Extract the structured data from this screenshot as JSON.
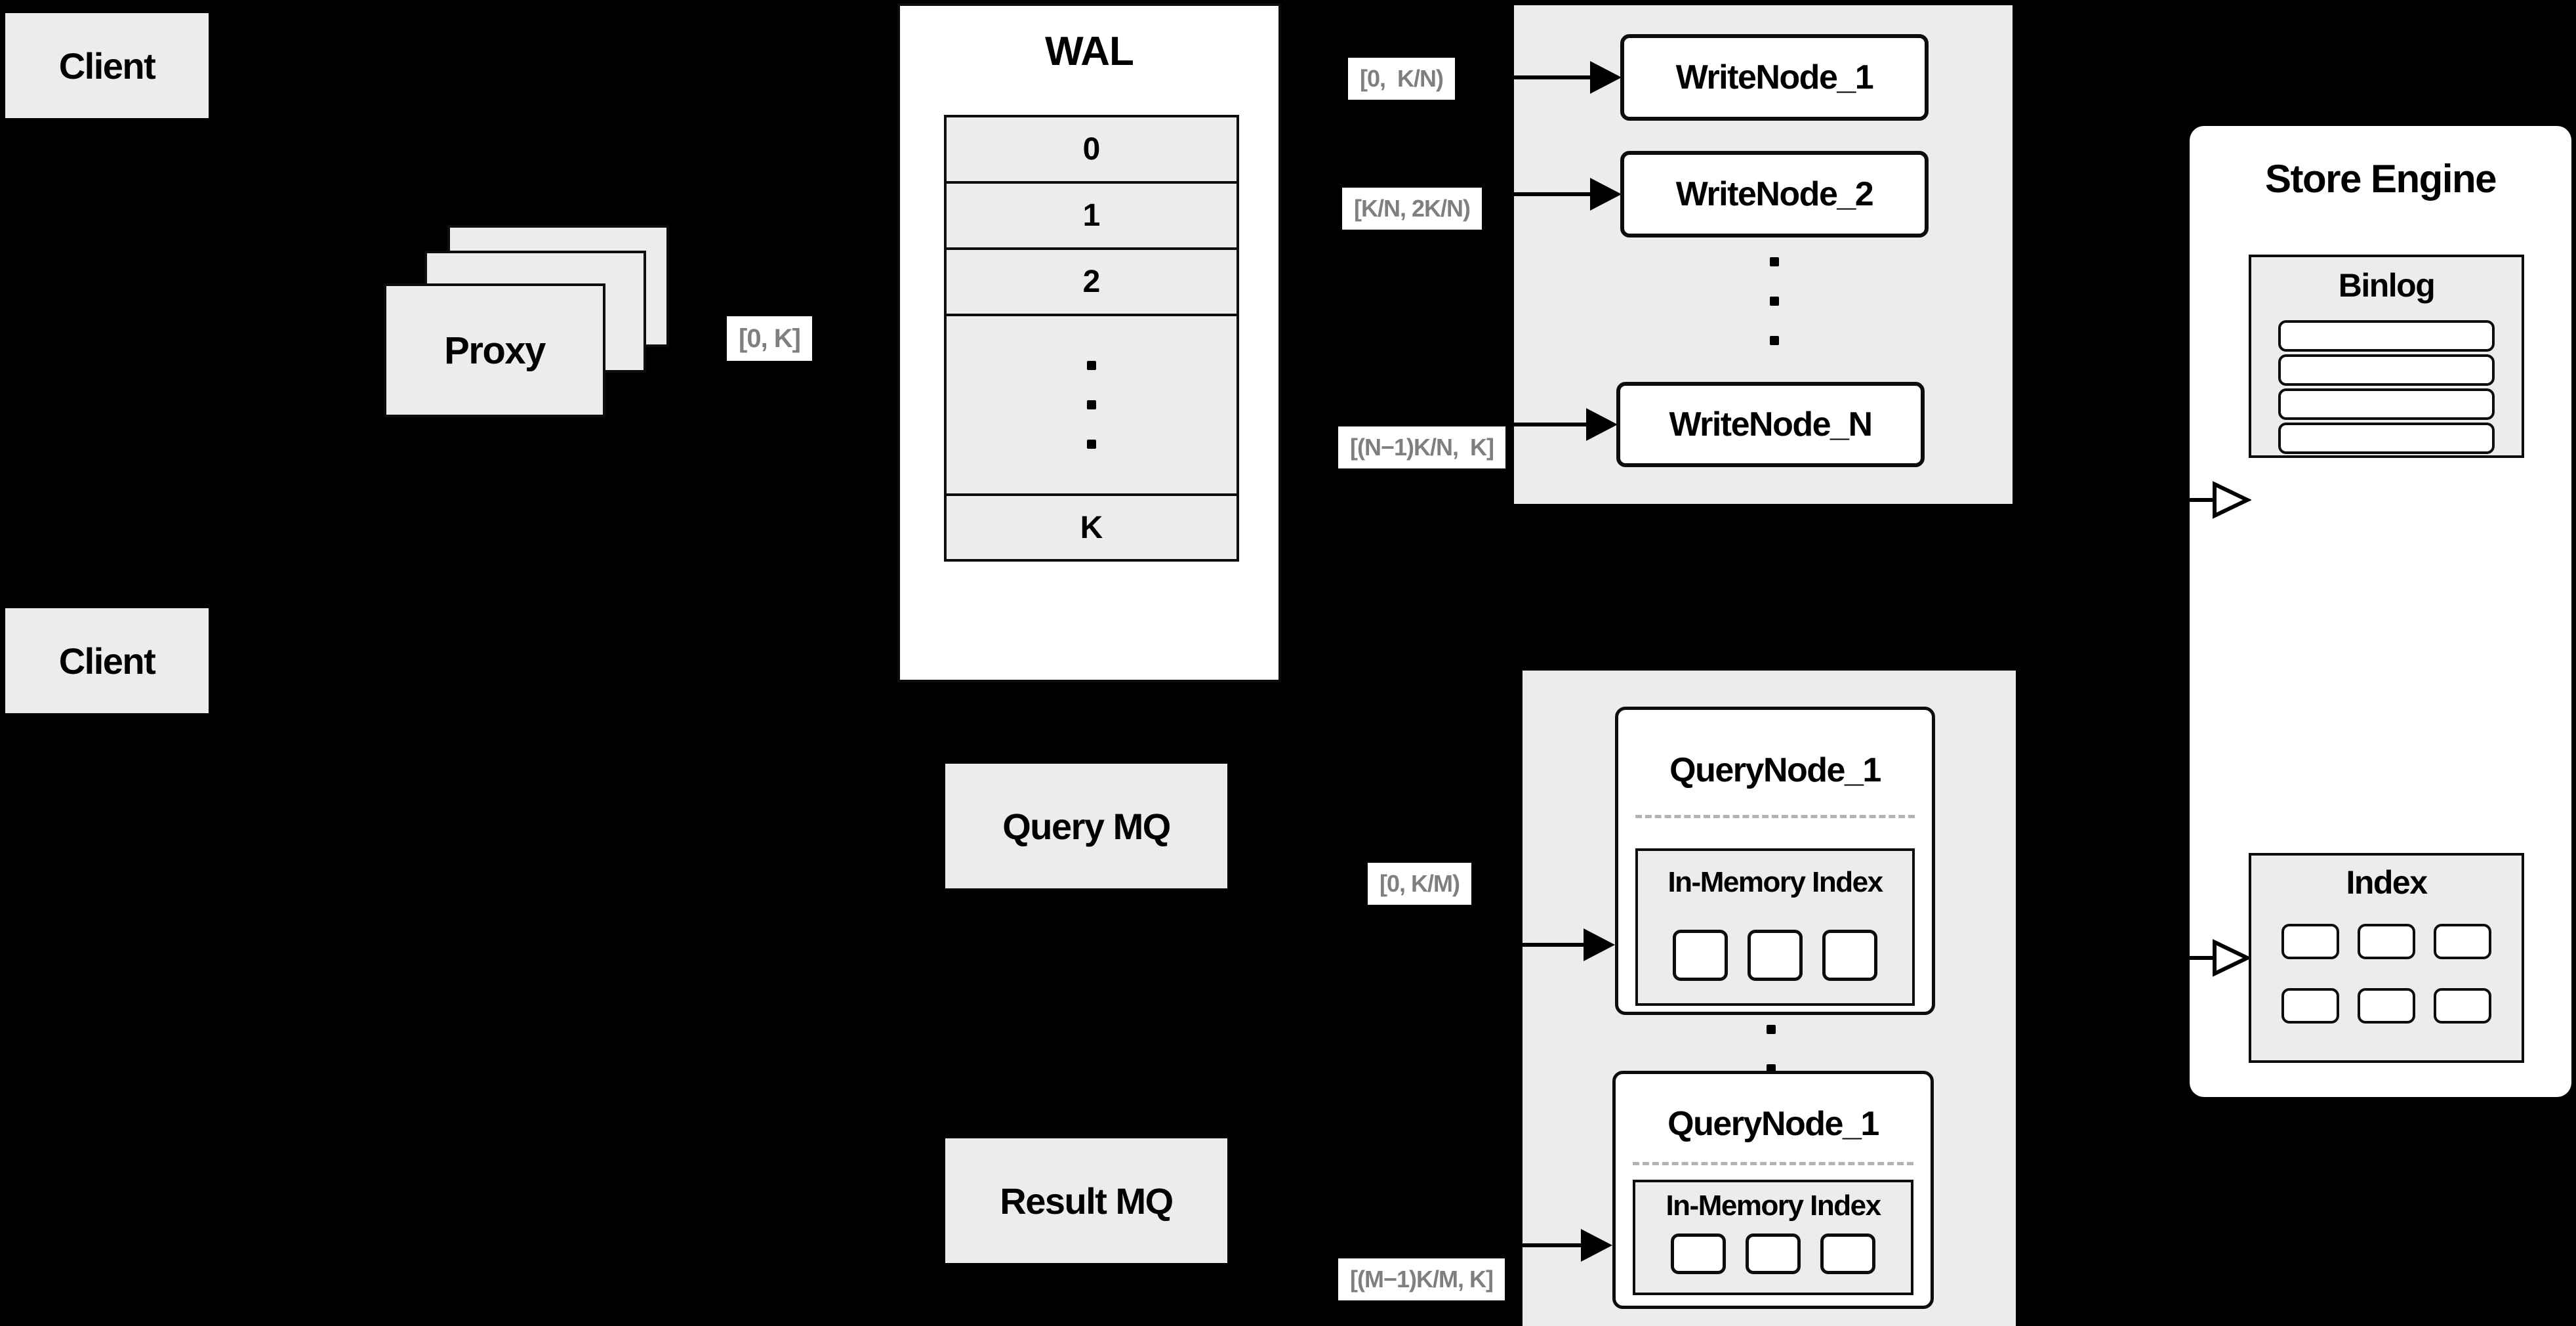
{
  "colors": {
    "background": "#000000",
    "block_gray": "#ececec",
    "box_white": "#ffffff",
    "border_black": "#0d0d0d",
    "label_text_gray": "#7f7f7f",
    "dashed_divider": "#b3b3b3"
  },
  "clients": {
    "top_label": "Client",
    "bottom_label": "Client"
  },
  "proxy": {
    "label": "Proxy",
    "range_label": "[0, K]"
  },
  "wal": {
    "title": "WAL",
    "rows": [
      "0",
      "1",
      "2",
      "K"
    ]
  },
  "write_nodes": {
    "range_labels": [
      "[0,  K/N)",
      "[K/N, 2K/N)",
      "[(N−1)K/N,  K]"
    ],
    "node_labels": [
      "WriteNode_1",
      "WriteNode_2",
      "WriteNode_N"
    ]
  },
  "mq": {
    "query_label": "Query MQ",
    "result_label": "Result MQ"
  },
  "query_nodes": {
    "range_labels": [
      "[0, K/M)",
      "[(M−1)K/M, K]"
    ],
    "upper": {
      "title": "QueryNode_1",
      "inner_title": "In-Memory Index"
    },
    "lower": {
      "title": "QueryNode_1",
      "inner_title": "In-Memory Index"
    }
  },
  "store_engine": {
    "title": "Store Engine",
    "binlog_title": "Binlog",
    "index_title": "Index"
  }
}
